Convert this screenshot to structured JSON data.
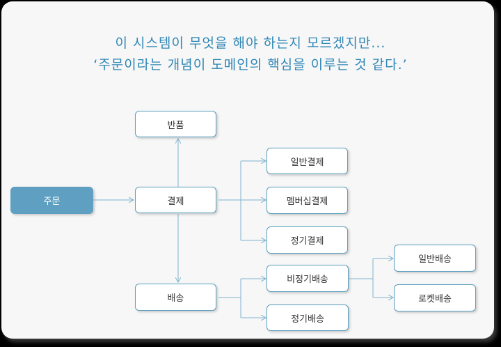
{
  "headline": {
    "line1": "이 시스템이 무엇을 해야 하는지 모르겠지만...",
    "line2": "‘주문이라는 개념이 도메인의 핵심을 이루는 것 같다.’"
  },
  "nodes": {
    "order": "주문",
    "return": "반품",
    "payment": "결제",
    "delivery": "배송",
    "general_payment": "일반결제",
    "membership_payment": "멤버십결제",
    "subscription_payment": "정기결제",
    "non_regular_delivery": "비정기배송",
    "regular_delivery": "정기배송",
    "general_delivery": "일반배송",
    "rocket_delivery": "로켓배송"
  },
  "colors": {
    "headline": "#2f86b5",
    "node_border": "#5a9fc0",
    "primary_fill": "#5e9fc2",
    "connector": "#7fb3cf"
  }
}
